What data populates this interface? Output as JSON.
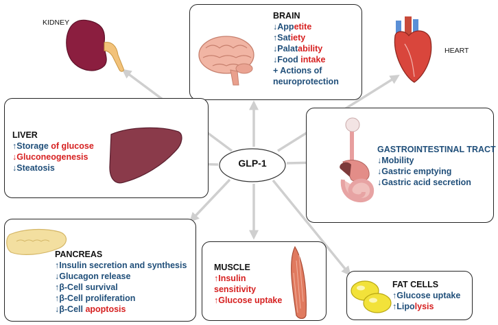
{
  "center": "GLP-1",
  "kidney": {
    "title": "KIDNEY"
  },
  "heart": {
    "title": "HEART"
  },
  "brain": {
    "title": "BRAIN",
    "lines": [
      [
        {
          "t": "↓App",
          "c": "blue"
        },
        {
          "t": "etite",
          "c": "red"
        }
      ],
      [
        {
          "t": "↑Sat",
          "c": "blue"
        },
        {
          "t": "iety",
          "c": "red"
        }
      ],
      [
        {
          "t": "↓Palat",
          "c": "blue"
        },
        {
          "t": "ability",
          "c": "red"
        }
      ],
      [
        {
          "t": "↓Food ",
          "c": "blue"
        },
        {
          "t": "intake",
          "c": "red"
        }
      ],
      [
        {
          "t": "+ Actions of",
          "c": "blue"
        }
      ],
      [
        {
          "t": "neuroprotection",
          "c": "blue"
        }
      ]
    ]
  },
  "liver": {
    "title": "LIVER",
    "lines": [
      [
        {
          "t": "↑Storage ",
          "c": "blue"
        },
        {
          "t": "of glucose",
          "c": "red"
        }
      ],
      [
        {
          "t": "↓Gluconeogenesis",
          "c": "red"
        }
      ],
      [
        {
          "t": "↓Steatosis",
          "c": "blue"
        }
      ]
    ]
  },
  "gi": {
    "title": "GASTROINTESTINAL TRACT",
    "lines": [
      [
        {
          "t": "↓Mobility",
          "c": "blue"
        }
      ],
      [
        {
          "t": "↓Gastric emptying",
          "c": "blue"
        }
      ],
      [
        {
          "t": "↓Gastric acid secretion",
          "c": "blue"
        }
      ]
    ]
  },
  "pancreas": {
    "title": "PANCREAS",
    "lines": [
      [
        {
          "t": "↑Insulin secretion and synthesis",
          "c": "blue"
        }
      ],
      [
        {
          "t": "↓Glucagon release",
          "c": "blue"
        }
      ],
      [
        {
          "t": "↑β-Cell survival",
          "c": "blue"
        }
      ],
      [
        {
          "t": "↑β-Cell proliferation",
          "c": "blue"
        }
      ],
      [
        {
          "t": "↓β-Cell ",
          "c": "blue"
        },
        {
          "t": "apoptosis",
          "c": "red"
        }
      ]
    ]
  },
  "muscle": {
    "title": "MUSCLE",
    "lines": [
      [
        {
          "t": "↑Insulin",
          "c": "red"
        }
      ],
      [
        {
          "t": "sensitivity",
          "c": "red"
        }
      ],
      [
        {
          "t": "↑Glucose uptake",
          "c": "red"
        }
      ]
    ]
  },
  "fat": {
    "title": "FAT CELLS",
    "lines": [
      [
        {
          "t": "↑Glucose uptake",
          "c": "blue"
        }
      ],
      [
        {
          "t": "↑Lipo",
          "c": "blue"
        },
        {
          "t": "lysis",
          "c": "red"
        }
      ]
    ]
  }
}
